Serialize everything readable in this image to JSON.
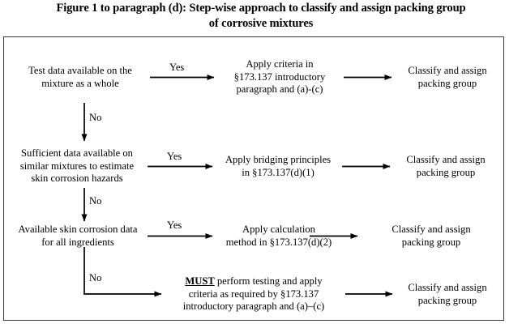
{
  "title": {
    "line1": "Figure 1 to paragraph (d): Step-wise approach to classify and assign packing group",
    "line2": "of corrosive mixtures"
  },
  "flowchart": {
    "rows": [
      {
        "id": "row-1",
        "question": {
          "line1": "Test data available on the",
          "line2": "mixture as a whole"
        },
        "yes_label": "Yes",
        "no_label": "No",
        "action": {
          "line1": "Apply criteria in",
          "line2": "§173.137 introductory",
          "line3": "paragraph and (a)-(c)"
        },
        "result": {
          "line1": "Classify and assign",
          "line2": "packing group"
        }
      },
      {
        "id": "row-2",
        "question": {
          "line1": "Sufficient data available on",
          "line2": "similar mixtures to estimate",
          "line3": "skin corrosion hazards"
        },
        "yes_label": "Yes",
        "no_label": "No",
        "action": {
          "line1": "Apply bridging principles",
          "line2": "in §173.137(d)(1)"
        },
        "result": {
          "line1": "Classify and assign",
          "line2": "packing group"
        }
      },
      {
        "id": "row-3",
        "question": {
          "line1": "Available skin corrosion data",
          "line2": "for all ingredients"
        },
        "yes_label": "Yes",
        "no_label": "No",
        "action": {
          "line1": "Apply calculation",
          "line2": "method in §173.137(d)(2)"
        },
        "result": {
          "line1": "Classify and assign",
          "line2": "packing group"
        }
      },
      {
        "id": "row-4",
        "must_label": "MUST",
        "action": {
          "line1_rest": " perform testing and apply",
          "line2": "criteria as required by §173.137",
          "line3": "introductory paragraph and (a)–(c)"
        },
        "result": {
          "line1": "Classify and assign",
          "line2": "packing group"
        }
      }
    ]
  },
  "colors": {
    "ink": "#000000",
    "border": "#3a3a3a",
    "background": "#ffffff"
  }
}
